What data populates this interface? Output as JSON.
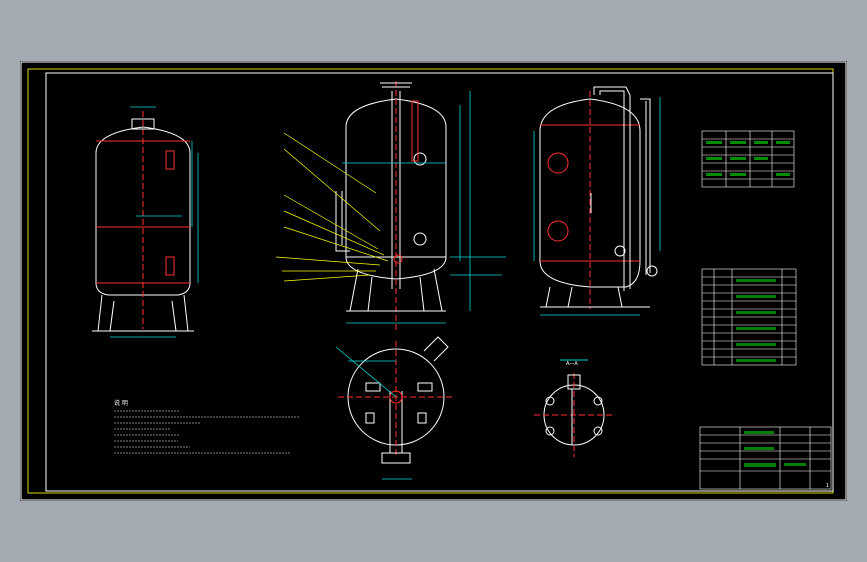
{
  "drawing": {
    "background": "#000000",
    "viewport_background": "#a3aab2",
    "colors": {
      "frame": "#ffffff",
      "border": "#d8d800",
      "vessel": "#ffffff",
      "leader": "#ffff00",
      "dim": "#00d8d8",
      "center": "#ff3030",
      "tag": "#00ff00",
      "accent": "#ff3030",
      "table_line": "#ffffff",
      "table_text": "#00ff00"
    },
    "notes_heading": "说 明",
    "section_label": "A—A",
    "sheet_mark": "1"
  }
}
